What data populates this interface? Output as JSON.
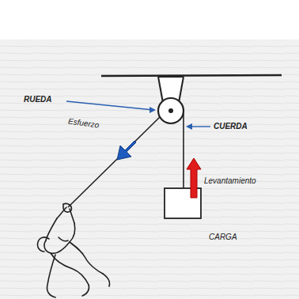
{
  "diagram": {
    "labels": [
      "RUEDA",
      "CUERDA",
      "Esfuerzo",
      "Levantamiento",
      "CARGA"
    ]
  }
}
